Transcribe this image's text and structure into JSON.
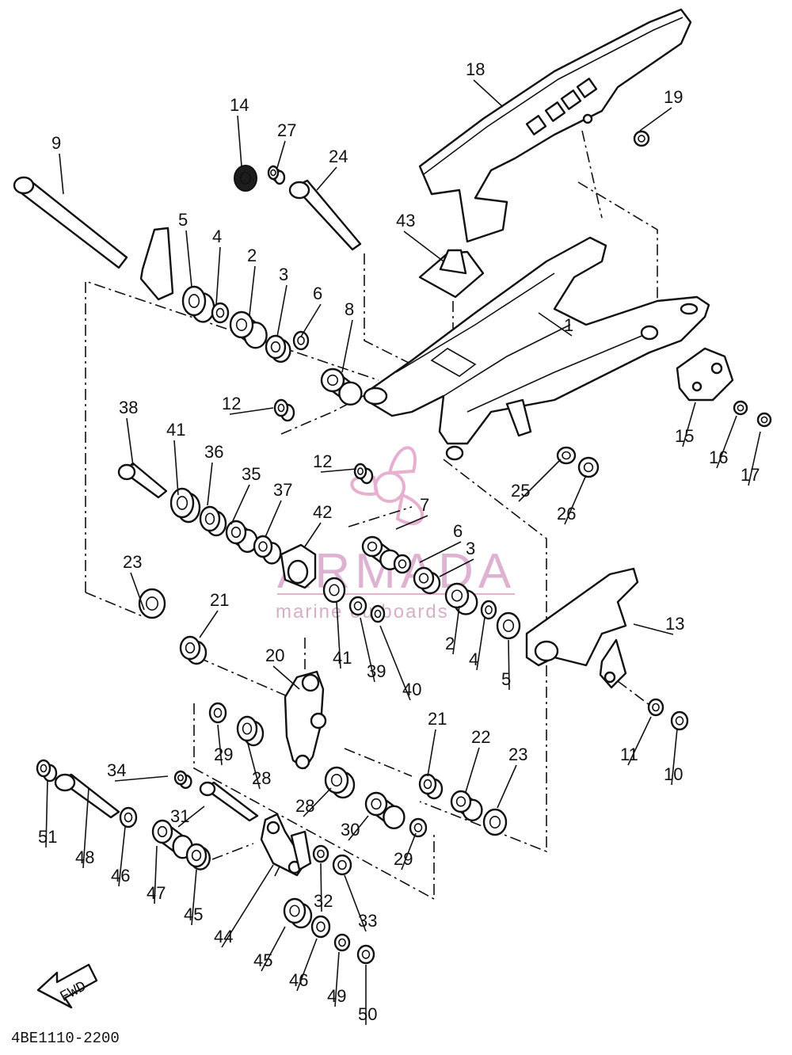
{
  "diagram": {
    "drawing_code": "4BE1110-2200",
    "direction_label": "FWD",
    "watermark": {
      "brand": "ARMADA",
      "tagline": "marine outboards"
    },
    "callouts": [
      "1",
      "2",
      "3",
      "4",
      "5",
      "6",
      "7",
      "8",
      "9",
      "10",
      "11",
      "12",
      "13",
      "14",
      "15",
      "16",
      "17",
      "18",
      "19",
      "20",
      "21",
      "22",
      "23",
      "24",
      "25",
      "26",
      "27",
      "28",
      "29",
      "30",
      "31",
      "32",
      "33",
      "34",
      "35",
      "36",
      "37",
      "38",
      "39",
      "40",
      "41",
      "42",
      "43",
      "44",
      "45",
      "46",
      "47",
      "48",
      "49",
      "50",
      "51"
    ]
  }
}
